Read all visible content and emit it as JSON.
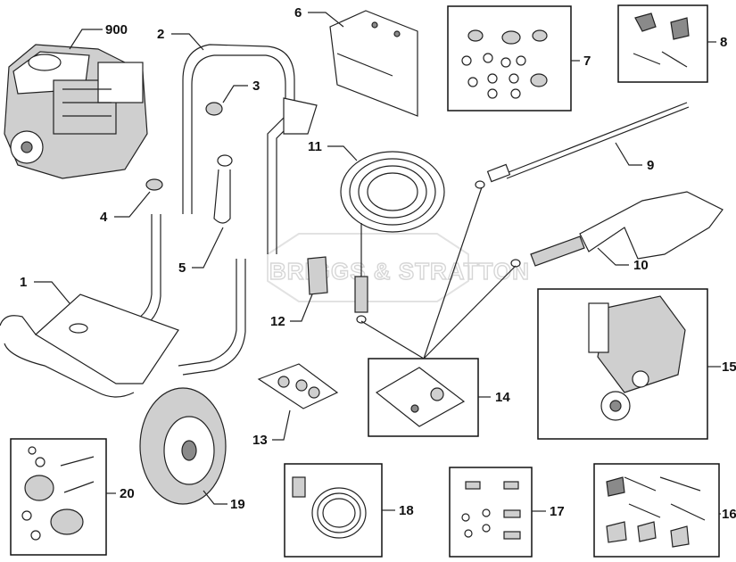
{
  "watermark": {
    "text": "BRIGGS & STRATTON"
  },
  "callouts": {
    "c900": "900",
    "c1": "1",
    "c2": "2",
    "c3": "3",
    "c4": "4",
    "c5": "5",
    "c6": "6",
    "c7": "7",
    "c8": "8",
    "c9": "9",
    "c10": "10",
    "c11": "11",
    "c12": "12",
    "c13": "13",
    "c14": "14",
    "c15": "15",
    "c16": "16",
    "c17": "17",
    "c18": "18",
    "c19": "19",
    "c20": "20"
  }
}
